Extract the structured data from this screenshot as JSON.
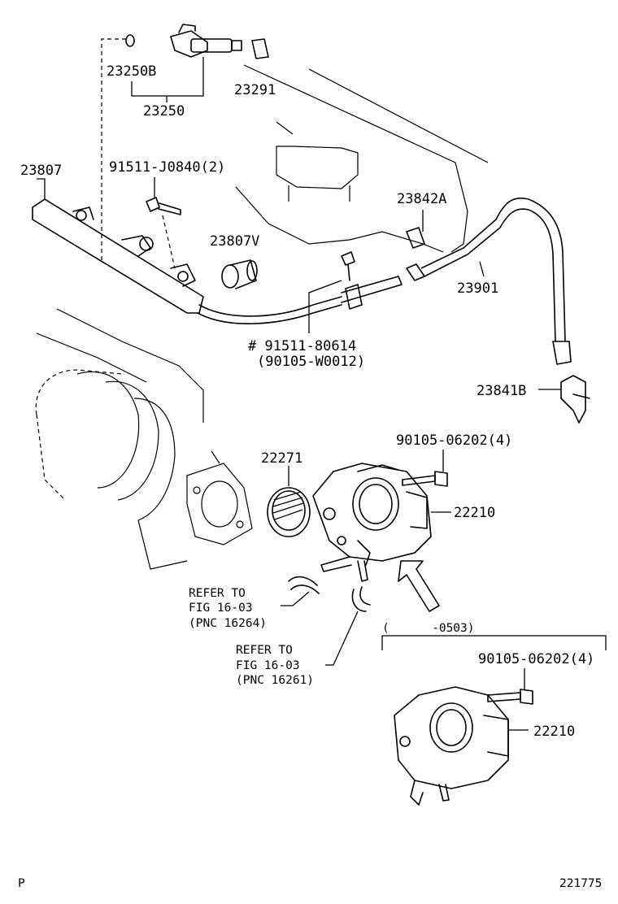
{
  "labels": {
    "p23250B": "23250B",
    "p23250": "23250",
    "p23291": "23291",
    "p23807": "23807",
    "p91511J": "91511-J0840(2)",
    "p23807V": "23807V",
    "p23842A": "23842A",
    "p23901": "23901",
    "p91511_80614": "# 91511-80614",
    "p90105W": "(90105-W0012)",
    "p23841B": "23841B",
    "p90105_06202a": "90105-06202(4)",
    "p22271": "22271",
    "p22210a": "22210",
    "refer1_l1": "REFER TO",
    "refer1_l2": "FIG 16-03",
    "refer1_l3": "(PNC 16264)",
    "refer2_l1": "REFER TO",
    "refer2_l2": "FIG 16-03",
    "refer2_l3": "(PNC 16261)",
    "date_range": "(      -0503)",
    "p90105_06202b": "90105-06202(4)",
    "p22210b": "22210",
    "corner_p": "P",
    "figure_id": "221775"
  }
}
